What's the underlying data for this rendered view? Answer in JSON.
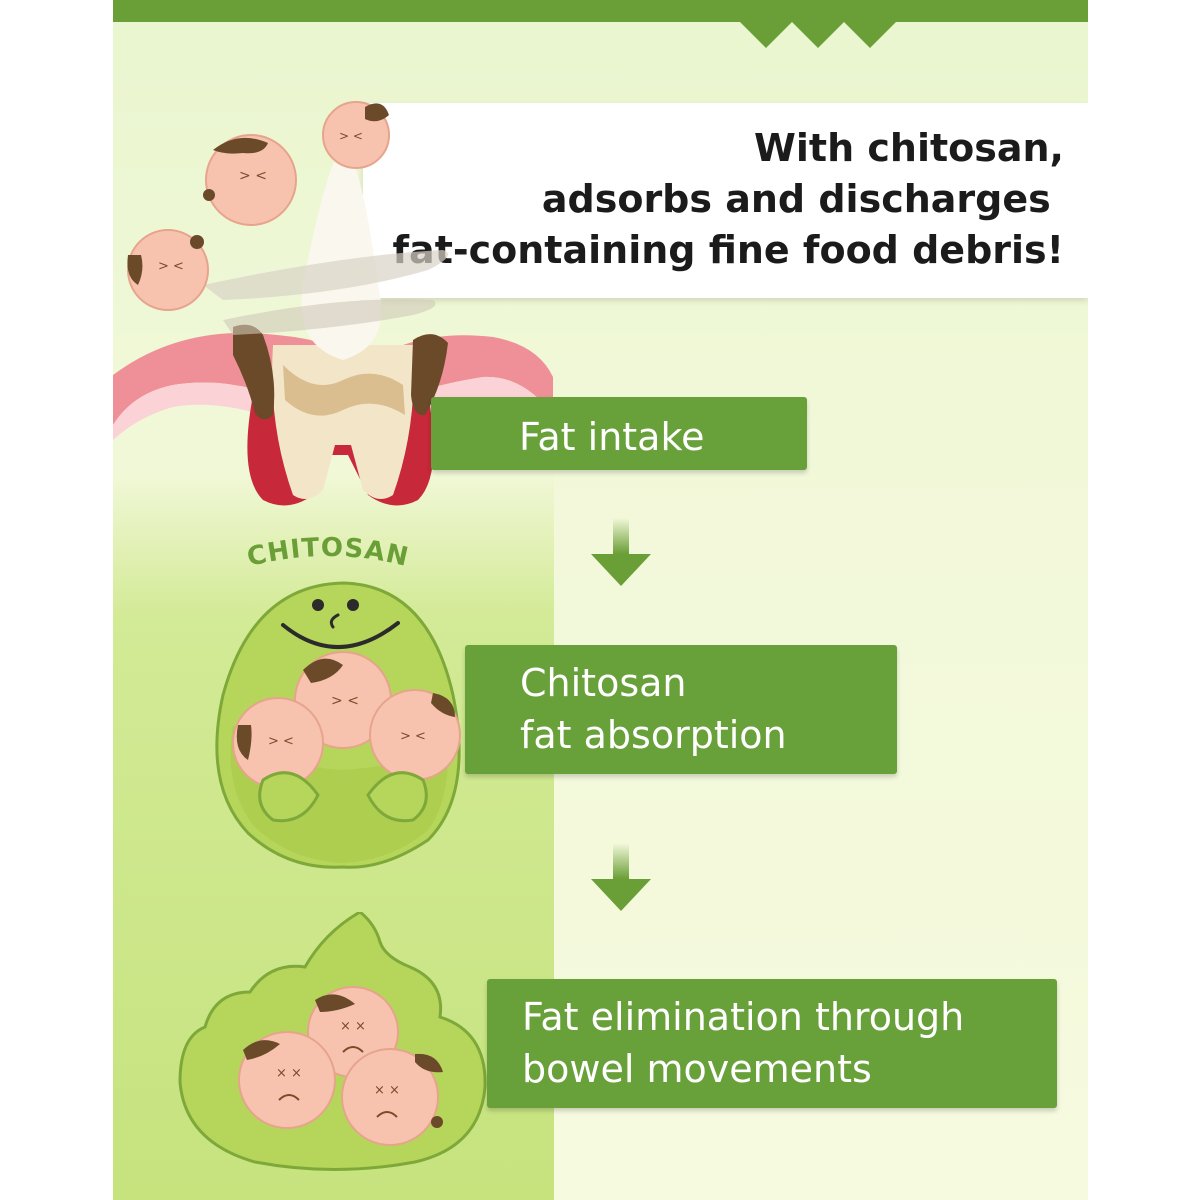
{
  "headline": {
    "lines": [
      "With chitosan,",
      "adsorbs and discharges ",
      "fat-containing fine food debris!"
    ]
  },
  "mascot_label": "CHITOSAN",
  "steps": [
    {
      "lines": [
        "Fat intake"
      ]
    },
    {
      "lines": [
        "Chitosan",
        "fat absorption"
      ]
    },
    {
      "lines": [
        "Fat elimination through",
        "bowel movements"
      ]
    }
  ],
  "colors": {
    "brand_green": "#68a03a",
    "panel_bg": "#f1f8d8",
    "band_green": "#c6e37e",
    "gum_pink": "#ef8f97",
    "gum_red": "#c7283a",
    "fat_skin": "#f7c3ae",
    "debris_brown": "#7a4b2a",
    "label_green": "#6a9e36"
  },
  "icons": [
    "tooth-icon",
    "chitosan-mascot-icon",
    "fat-particle-icon",
    "down-arrow-icon",
    "poop-icon"
  ]
}
